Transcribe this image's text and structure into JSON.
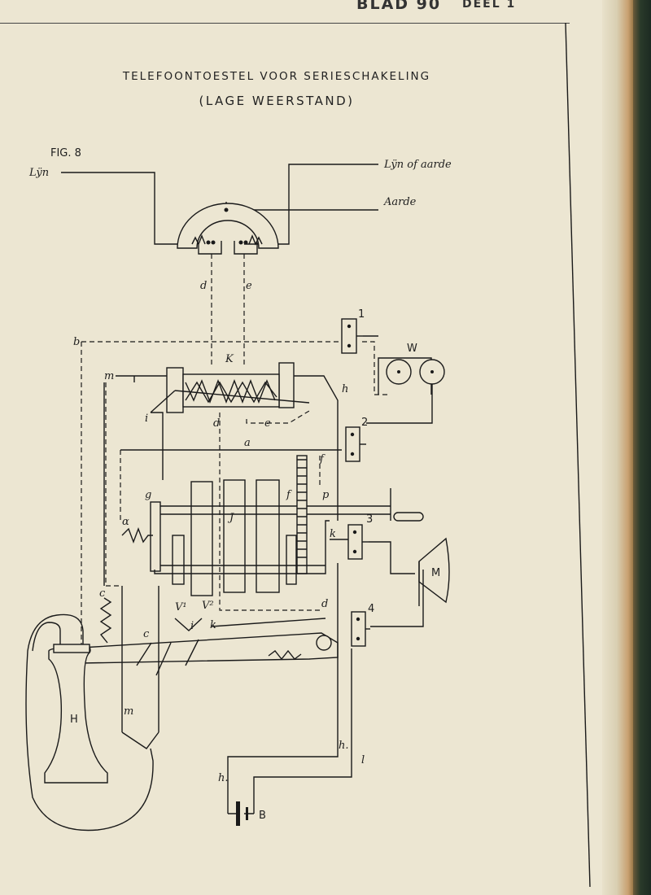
{
  "header": {
    "sheet": "BLAD 90",
    "part": "DEEL 1"
  },
  "title": "TELEFOONTOESTEL VOOR SERIESCHAKELING",
  "subtitle": "(LAGE WEERSTAND)",
  "figure": "FIG. 8",
  "labels": {
    "line": "Lÿn",
    "line_or_earth": "Lÿn of aarde",
    "earth": "Aarde",
    "d": "d",
    "e": "e",
    "b": "b",
    "m": "m",
    "K": "K",
    "h": "h",
    "i": "i",
    "a": "a",
    "f": "f",
    "g": "g",
    "alpha": "α",
    "J": "J",
    "k": "k",
    "p": "p",
    "c": "c",
    "v1": "V¹",
    "v2": "V²",
    "l": "l",
    "W": "W",
    "M": "M",
    "H": "H",
    "B": "B",
    "t1": "1",
    "t2": "2",
    "t3": "3",
    "t4": "4",
    "hdot": "h."
  },
  "colors": {
    "paper": "#ece6d2",
    "ink": "#1a1a1a"
  }
}
